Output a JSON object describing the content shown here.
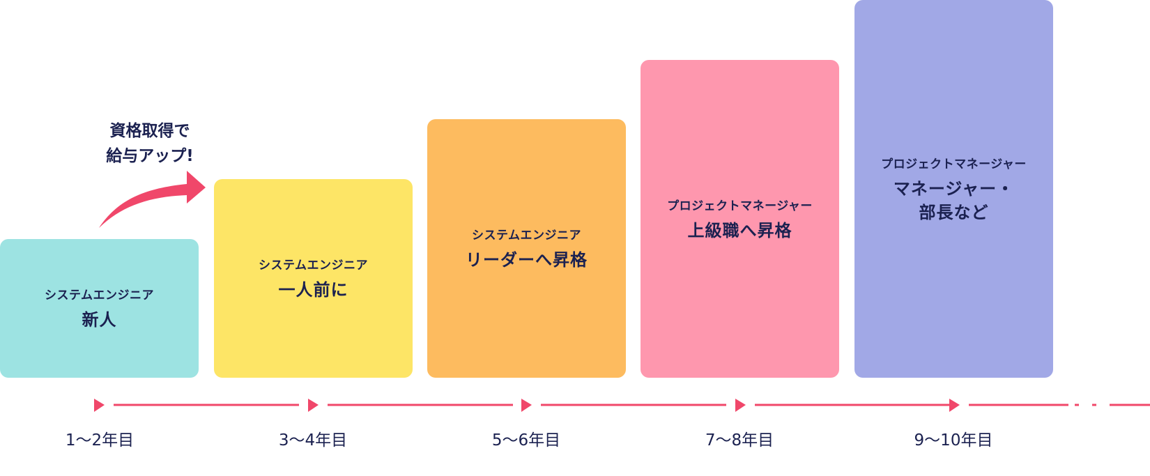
{
  "note": {
    "line1": "資格取得で",
    "line2": "給与アップ!"
  },
  "stages": [
    {
      "subtitle": "システムエンジニア",
      "title_lines": [
        "新人"
      ],
      "color": "#9de3e2",
      "years": "1〜2年目"
    },
    {
      "subtitle": "システムエンジニア",
      "title_lines": [
        "一人前に"
      ],
      "color": "#fde566",
      "years": "3〜4年目"
    },
    {
      "subtitle": "システムエンジニア",
      "title_lines": [
        "リーダーへ昇格"
      ],
      "color": "#fdbb5f",
      "years": "5〜6年目"
    },
    {
      "subtitle": "プロジェクトマネージャー",
      "title_lines": [
        "上級職へ昇格"
      ],
      "color": "#fe97ae",
      "years": "7〜8年目"
    },
    {
      "subtitle": "プロジェクトマネージャー",
      "title_lines": [
        "マネージャー・",
        "部長など"
      ],
      "color": "#a1a8e6",
      "years": "9〜10年目"
    }
  ],
  "colors": {
    "accent": "#f0476a",
    "text": "#1b2150"
  }
}
